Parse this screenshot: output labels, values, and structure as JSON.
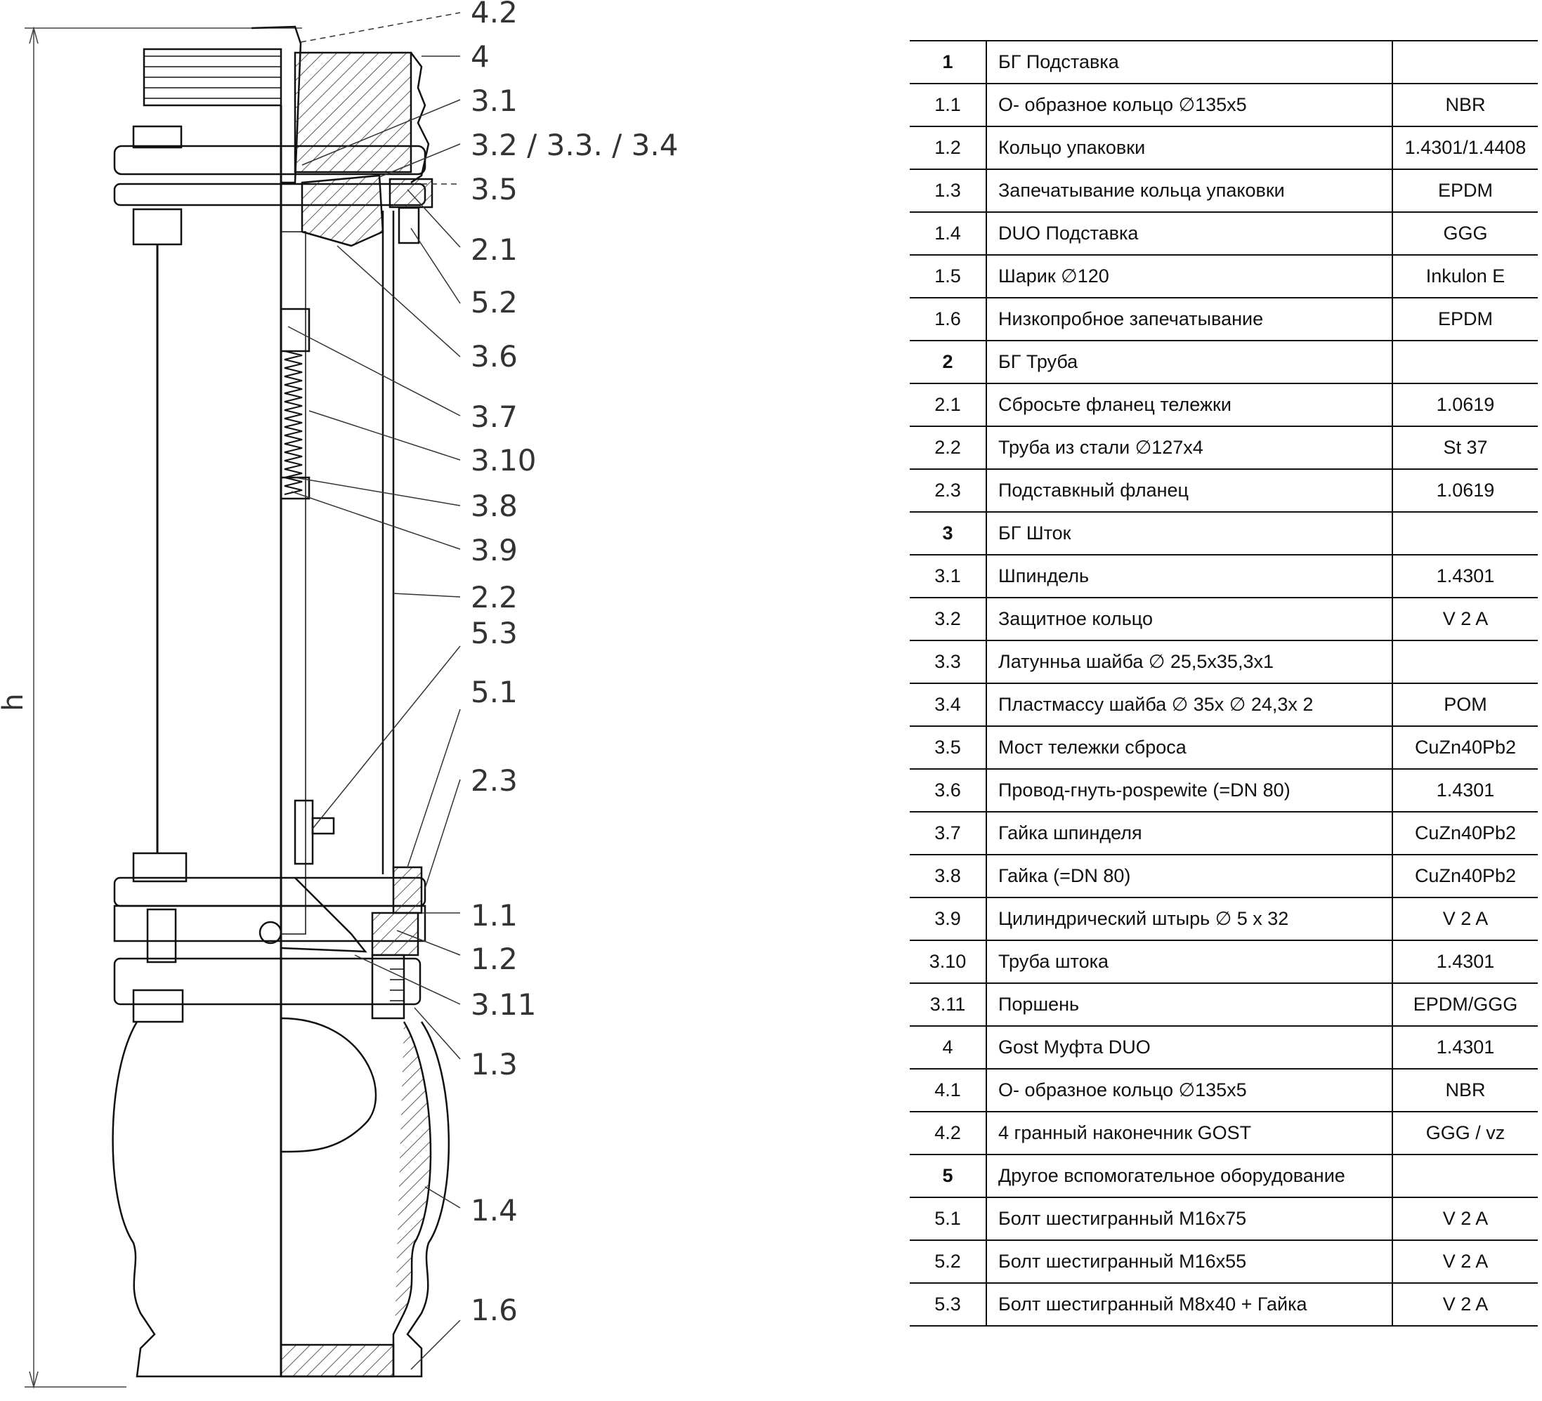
{
  "drawing": {
    "dimension_label": "h",
    "callouts": [
      "4.2",
      "4",
      "3.1",
      "3.2 / 3.3. / 3.4",
      "3.5",
      "2.1",
      "5.2",
      "3.6",
      "3.7",
      "3.10",
      "3.8",
      "3.9",
      "2.2",
      "5.3",
      "5.1",
      "2.3",
      "1.1",
      "1.2",
      "3.11",
      "1.3",
      "1.4",
      "1.6"
    ]
  },
  "parts": [
    {
      "no": "1",
      "name": "БГ Подставка",
      "material": "",
      "group": true
    },
    {
      "no": "1.1",
      "name": "О- образное кольцо ∅135x5",
      "material": "NBR",
      "group": false
    },
    {
      "no": "1.2",
      "name": "Кольцо  упаковки",
      "material": "1.4301/1.4408",
      "group": false
    },
    {
      "no": "1.3",
      "name": "Запечатывание кольца  упаковки",
      "material": "EPDM",
      "group": false
    },
    {
      "no": "1.4",
      "name": "DUO Подставка",
      "material": "GGG",
      "group": false
    },
    {
      "no": "1.5",
      "name": "Шарик ∅120",
      "material": "Inkulon E",
      "group": false
    },
    {
      "no": "1.6",
      "name": "Низкопробное запечатывание",
      "material": "EPDM",
      "group": false
    },
    {
      "no": "2",
      "name": "БГ Труба",
      "material": "",
      "group": true
    },
    {
      "no": "2.1",
      "name": "Сбросьте фланец тележки",
      "material": "1.0619",
      "group": false
    },
    {
      "no": "2.2",
      "name": "Труба из стали   ∅127x4",
      "material": "St 37",
      "group": false
    },
    {
      "no": "2.3",
      "name": "Подставкный фланец",
      "material": "1.0619",
      "group": false
    },
    {
      "no": "3",
      "name": "БГ Шток",
      "material": "",
      "group": true
    },
    {
      "no": "3.1",
      "name": "Шпиндель",
      "material": "1.4301",
      "group": false
    },
    {
      "no": "3.2",
      "name": "Защитное кольцо",
      "material": "V 2 A",
      "group": false
    },
    {
      "no": "3.3",
      "name": "Латунньа  шайба   ∅ 25,5x35,3x1",
      "material": "",
      "group": false
    },
    {
      "no": "3.4",
      "name": "Пластмассу шайба   ∅ 35x ∅ 24,3x 2",
      "material": "POM",
      "group": false
    },
    {
      "no": "3.5",
      "name": "Мост тележки сброса",
      "material": "CuZn40Pb2",
      "group": false
    },
    {
      "no": "3.6",
      "name": "Провод-гнуть-pospewite (=DN 80)",
      "material": "1.4301",
      "group": false
    },
    {
      "no": "3.7",
      "name": "Гайка шпинделя",
      "material": "CuZn40Pb2",
      "group": false
    },
    {
      "no": "3.8",
      "name": "Гайка (=DN 80)",
      "material": "CuZn40Pb2",
      "group": false
    },
    {
      "no": "3.9",
      "name": "Цилиндрический  штырь ∅  5 x 32",
      "material": "V 2 A",
      "group": false
    },
    {
      "no": "3.10",
      "name": "Труба штока",
      "material": "1.4301",
      "group": false
    },
    {
      "no": "3.11",
      "name": "Поршень",
      "material": "EPDM/GGG",
      "group": false
    },
    {
      "no": "4",
      "name": "Gost Муфта DUO",
      "material": "1.4301",
      "group": false
    },
    {
      "no": "4.1",
      "name": "О- образное кольцо ∅135x5",
      "material": "NBR",
      "group": false
    },
    {
      "no": "4.2",
      "name": "4 гранный наконечник GOST",
      "material": "GGG / vz",
      "group": false
    },
    {
      "no": "5",
      "name": "Другое вспомогательное оборудование",
      "material": "",
      "group": true
    },
    {
      "no": "5.1",
      "name": "Болт шестигранный M16x75",
      "material": "V 2 A",
      "group": false
    },
    {
      "no": "5.2",
      "name": "Болт шестигранный M16x55",
      "material": "V 2 A",
      "group": false
    },
    {
      "no": "5.3",
      "name": "Болт шестигранный M8x40 + Гайка",
      "material": "V 2 A",
      "group": false
    }
  ]
}
